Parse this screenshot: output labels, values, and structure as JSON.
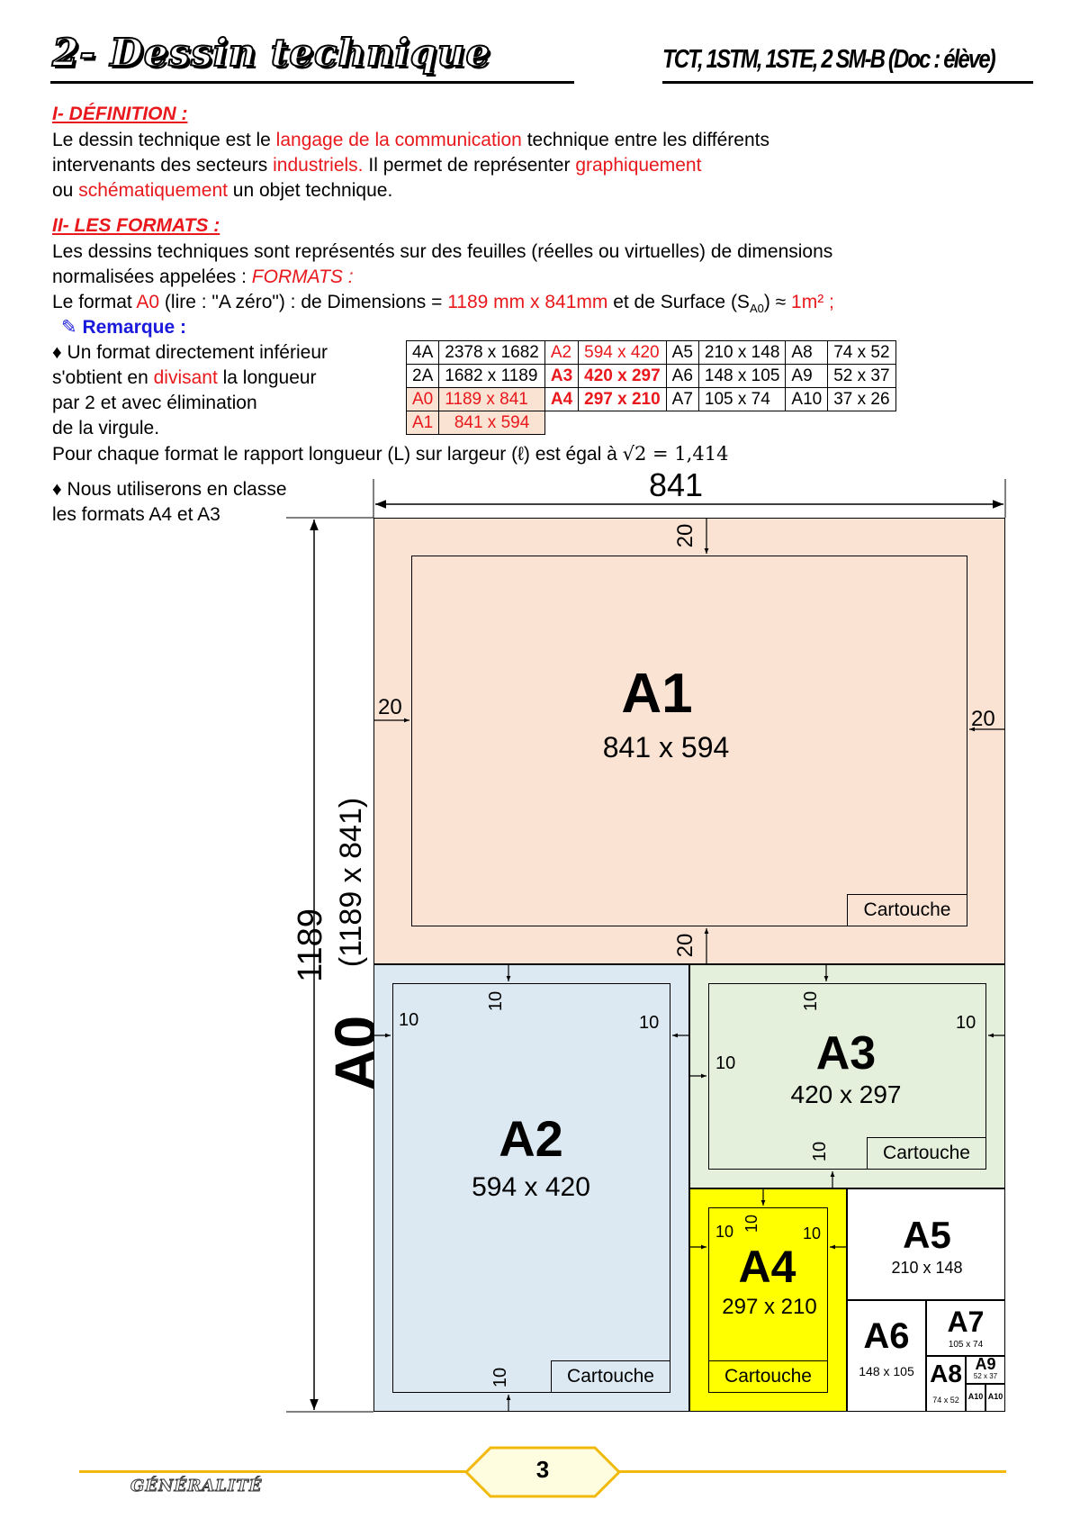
{
  "header": {
    "title": "2- Dessin technique",
    "classes": "TCT, 1STM, 1STE, 2 SM-B (Doc : élève)"
  },
  "definition": {
    "heading": "I- DÉFINITION :",
    "l1_a": "  Le dessin technique est le ",
    "l1_b": "langage de la communication",
    "l1_c": " technique entre les différents",
    "l2_a": "intervenants des secteurs ",
    "l2_b": "industriels.",
    "l2_c": " Il permet de représenter ",
    "l2_d": "graphiquement",
    "l3_a": "ou ",
    "l3_b": "schématiquement",
    "l3_c": " un objet technique."
  },
  "formats": {
    "heading": "II- LES FORMATS :",
    "l1": "  Les dessins techniques sont représentés sur des feuilles (réelles ou virtuelles) de dimensions",
    "l2_a": "normalisées appelées : ",
    "l2_b": "FORMATS :",
    "l3_a": "  Le format ",
    "l3_b": "A0",
    "l3_c": " (lire : \"A zéro\") : de Dimensions = ",
    "l3_d": "1189 mm x 841mm",
    "l3_e": " et de Surface (S",
    "l3_sub": "A0",
    "l3_f": ") ≈ ",
    "l3_g": "1m² ;",
    "remark_icon": "✎",
    "remark": "Remarque :",
    "bullet1_l1": "♦ Un format directement inférieur",
    "bullet1_l2": "   s'obtient en ",
    "bullet1_l2b": "divisant",
    "bullet1_l2c": " la longueur",
    "bullet1_l3": "   par 2 et avec élimination",
    "bullet1_l4": "   de la virgule.",
    "ratio": "Pour chaque format le rapport longueur (L) sur largeur (ℓ) est égal à ",
    "ratio_root": "√2",
    "ratio_val": " = 1,414",
    "bullet2_l1": "♦ Nous utiliserons en classe",
    "bullet2_l2": "   les formats A4 et A3"
  },
  "table": {
    "rows": [
      [
        "4A",
        "2378 x 1682",
        "A2",
        "594 x 420",
        "A5",
        "210 x 148",
        "A8",
        "74 x 52"
      ],
      [
        "2A",
        "1682 x 1189",
        "A3",
        "420 x 297",
        "A6",
        "148 x 105",
        "A9",
        "52 x 37"
      ],
      [
        "A0",
        "1189 x 841",
        "A4",
        "297 x 210",
        "A7",
        "105 x 74",
        "A10",
        "37 x 26"
      ],
      [
        "A1",
        "841 x 594"
      ]
    ]
  },
  "drawing": {
    "width_label": "841",
    "height_label": "1189",
    "a0_label": "A0",
    "a0_dims": "(1189 x 841)",
    "a1": "A1",
    "a1_dims": "841 x 594",
    "a2": "A2",
    "a2_dims": "594 x 420",
    "a3": "A3",
    "a3_dims": "420 x 297",
    "a4": "A4",
    "a4_dims": "297 x 210",
    "a5": "A5",
    "a5_dims": "210 x 148",
    "a6": "A6",
    "a6_dims": "148 x 105",
    "a7": "A7",
    "a7_dims": "105 x 74",
    "a8": "A8",
    "a8_dims": "74 x 52",
    "a9": "A9",
    "a9_dims": "52 x 37",
    "a10": "A10",
    "cartouche": "Cartouche",
    "m20": "20",
    "m10": "10",
    "colors": {
      "a1_fill": "#fbe3d4",
      "a2_fill": "#dce9f2",
      "a3_fill": "#e4efdc",
      "a4_fill": "#ffff00",
      "accent_red": "#e8181c",
      "accent_blue": "#1a1adc",
      "footer_gold": "#f0b90c"
    }
  },
  "footer": {
    "page": "3",
    "label": "GÉNÉRALITÉ"
  }
}
